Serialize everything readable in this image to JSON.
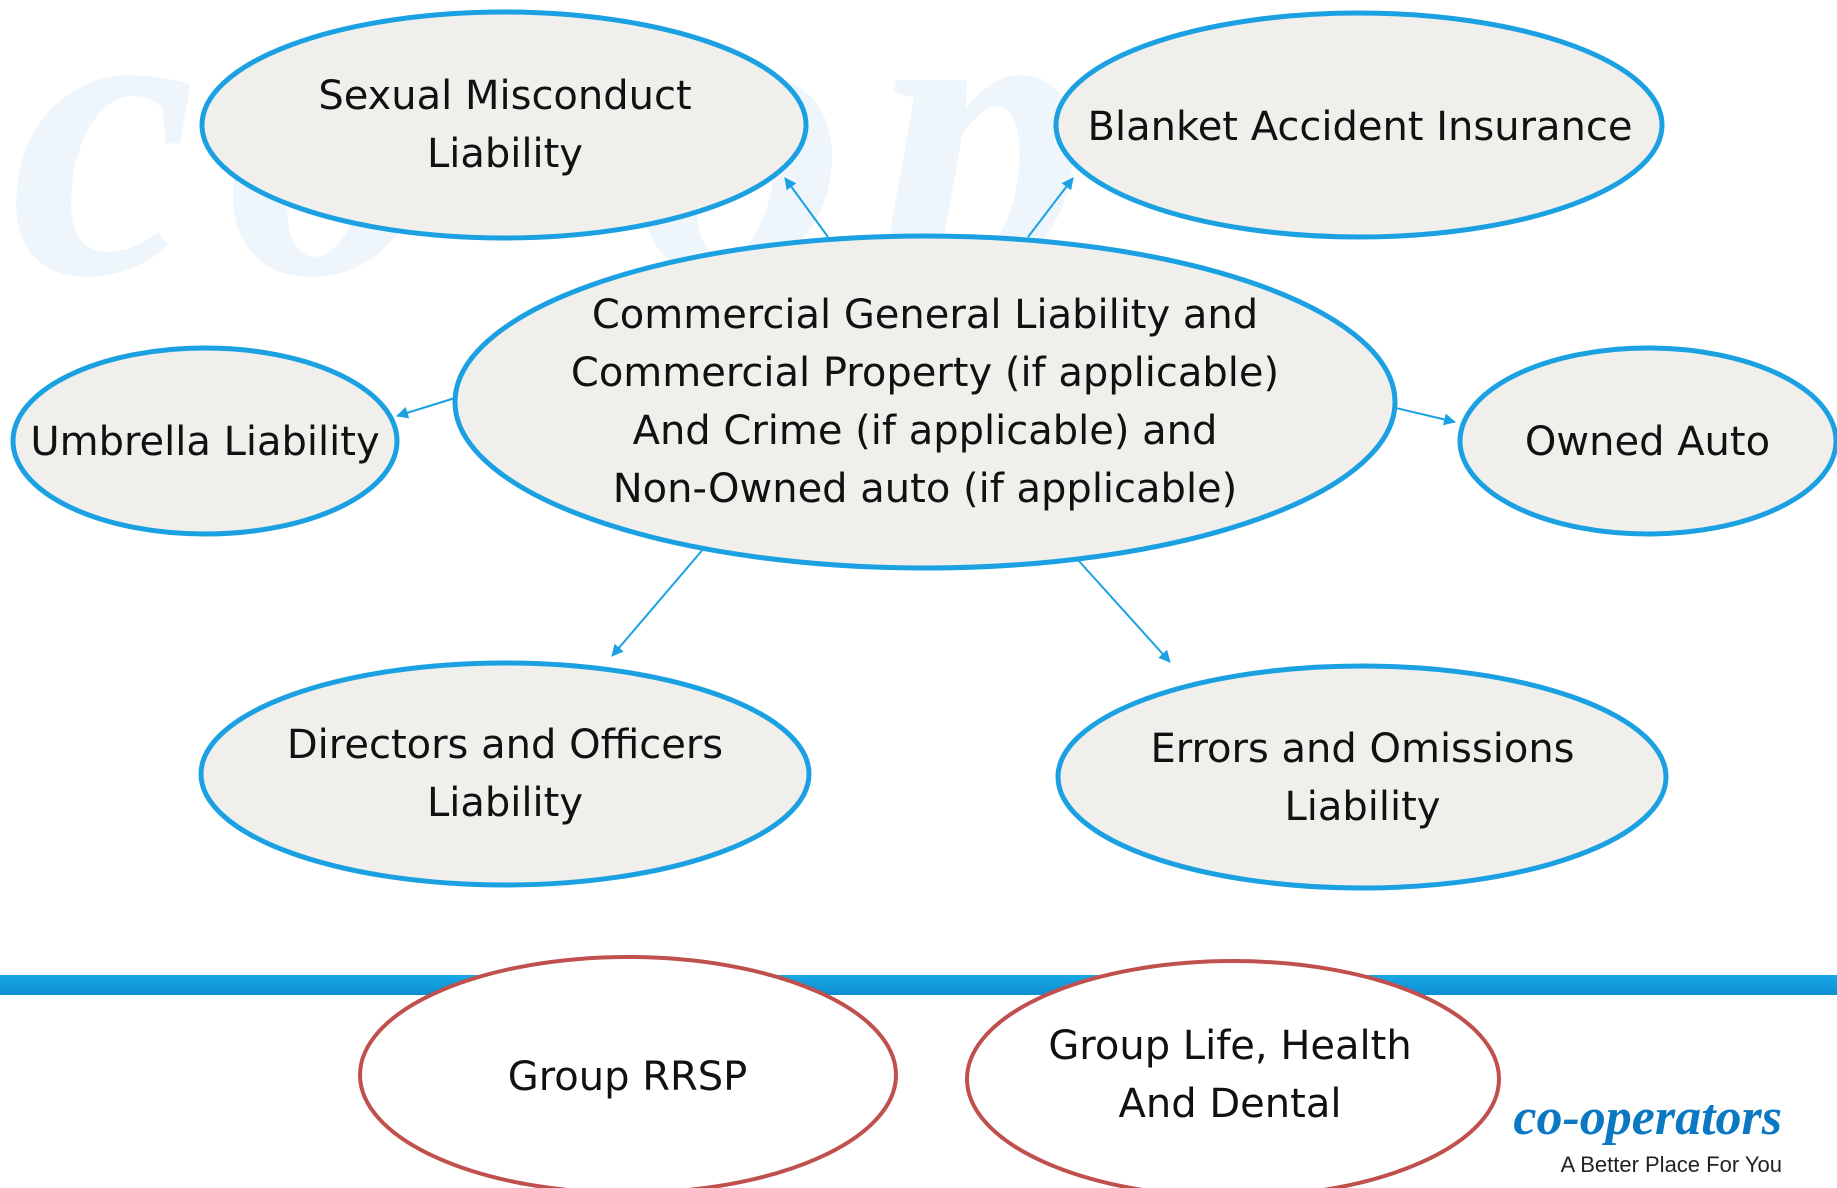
{
  "colors": {
    "blue_outline": "#1ba1e2",
    "red_outline": "#c0504d",
    "node_fill": "#f0efec",
    "arrow": "#1ba1e2"
  },
  "nodes": {
    "center": "Commercial General Liability and\nCommercial Property (if applicable)\nAnd Crime (if applicable) and\nNon-Owned auto (if applicable)",
    "sexual_misconduct": "Sexual Misconduct\nLiability",
    "blanket_accident": "Blanket Accident Insurance",
    "umbrella": "Umbrella Liability",
    "owned_auto": "Owned Auto",
    "directors_officers": "Directors and Officers\nLiability",
    "errors_omissions": "Errors and Omissions\nLiability",
    "group_rrsp": "Group RRSP",
    "group_life": "Group Life, Health\nAnd Dental"
  },
  "brand": {
    "name": "co-operators",
    "tagline": "A Better Place For You"
  }
}
